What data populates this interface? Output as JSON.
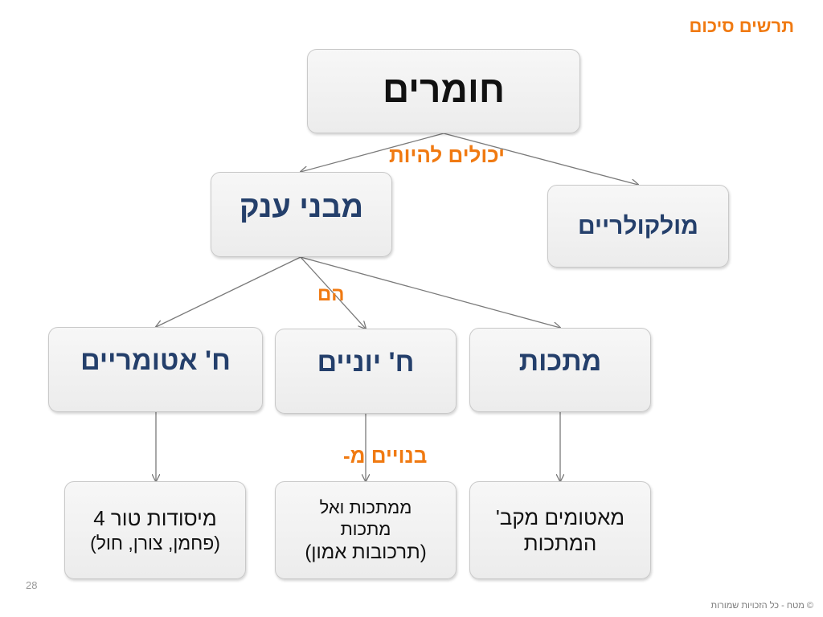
{
  "title": "תרשים סיכום",
  "nodes": {
    "materials": "חומרים",
    "molecular": "מולקולריים",
    "giant": "מבני ענק",
    "metals": "מתכות",
    "ionic": "ח' יוניים",
    "atomic": "ח' אטומריים",
    "metal_atoms": "מאטומים מקב' המתכות",
    "ionic_composition_l1": "ממתכות ואל",
    "ionic_composition_l2": "מתכות",
    "ionic_composition_l3": "(תרכובות אמון)",
    "atomic_elements_l1": "מיסודות טור 4",
    "atomic_elements_l2": "(פחמן, צורן, חול)"
  },
  "edge_labels": {
    "can_be": "יכולים להיות",
    "are": "הם",
    "built_from": "בנויים מ-"
  },
  "footer": {
    "page_number": "28",
    "copyright": "© מטח - כל הזכויות שמורות"
  },
  "colors": {
    "accent": "#f07a12",
    "node_text": "#243f6b",
    "leaf_text": "#111111",
    "arrow": "#7a7a7a"
  }
}
